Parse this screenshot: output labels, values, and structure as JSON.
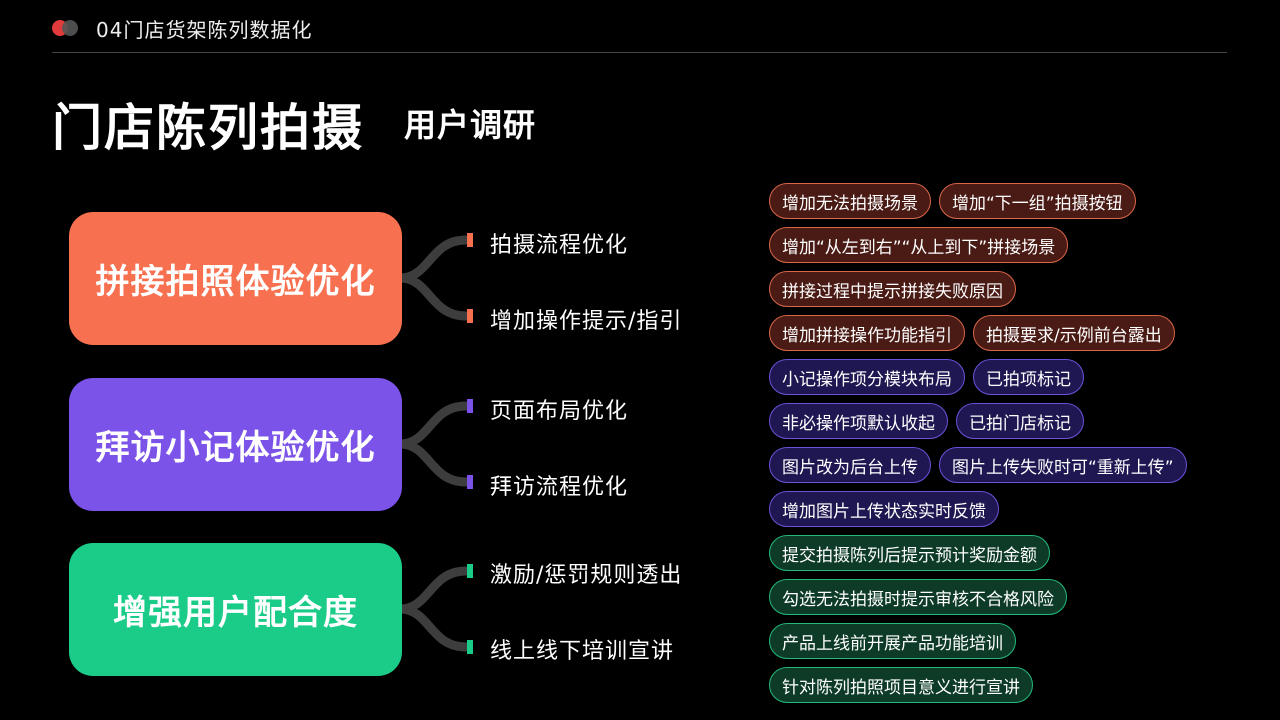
{
  "header": {
    "section_title": "04门店货架陈列数据化",
    "logo_dot_colors": [
      "#e23b3b",
      "#555555"
    ]
  },
  "title": {
    "main": "门店陈列拍摄",
    "sub": "用户调研"
  },
  "blocks": [
    {
      "label": "拼接拍照体验优化",
      "color": "#f7704f",
      "items": [
        "拍摄流程优化",
        "增加操作提示/指引"
      ]
    },
    {
      "label": "拜访小记体验优化",
      "color": "#7b53e8",
      "items": [
        "页面布局优化",
        "拜访流程优化"
      ]
    },
    {
      "label": "增强用户配合度",
      "color": "#1bcc88",
      "items": [
        "激励/惩罚规则透出",
        "线上线下培训宣讲"
      ]
    }
  ],
  "tags": {
    "red": [
      [
        "增加无法拍摄场景",
        "增加“下一组”拍摄按钮"
      ],
      [
        "增加“从左到右”“从上到下”拼接场景"
      ],
      [
        "拼接过程中提示拼接失败原因"
      ],
      [
        "增加拼接操作功能指引",
        "拍摄要求/示例前台露出"
      ]
    ],
    "purple": [
      [
        "小记操作项分模块布局",
        "已拍项标记"
      ],
      [
        "非必操作项默认收起",
        "已拍门店标记"
      ],
      [
        "图片改为后台上传",
        "图片上传失败时可“重新上传”"
      ],
      [
        "增加图片上传状态实时反馈"
      ]
    ],
    "green": [
      [
        "提交拍摄陈列后提示预计奖励金额"
      ],
      [
        "勾选无法拍摄时提示审核不合格风险"
      ],
      [
        "产品上线前开展产品功能培训"
      ],
      [
        "针对陈列拍照项目意义进行宣讲"
      ]
    ]
  }
}
